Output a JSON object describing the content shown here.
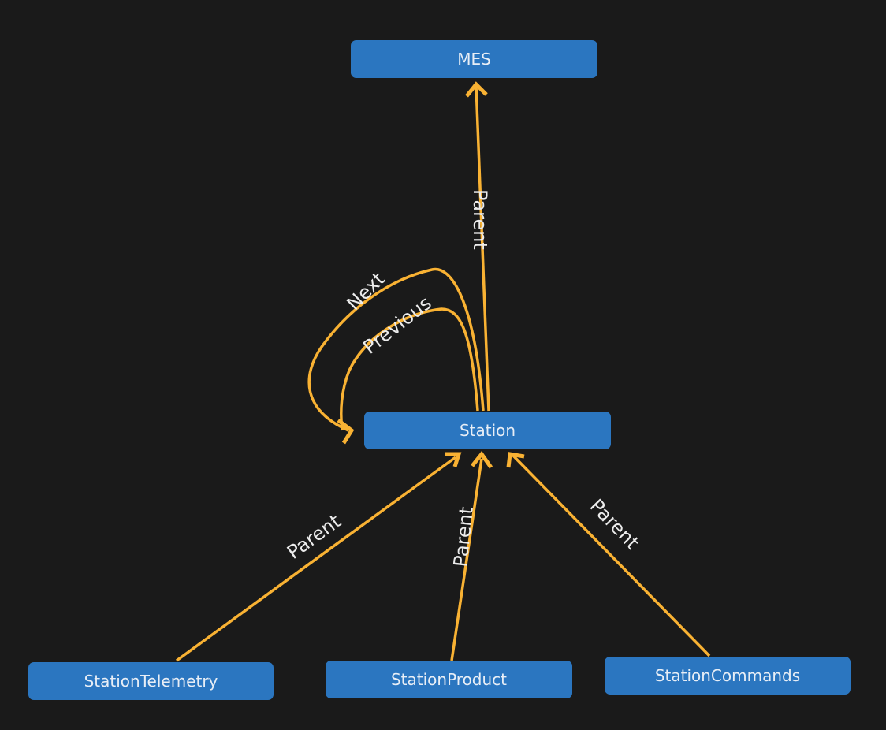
{
  "nodes": {
    "mes": "MES",
    "station": "Station",
    "telemetry": "StationTelemetry",
    "product": "StationProduct",
    "commands": "StationCommands"
  },
  "edges": {
    "station_mes": "Parent",
    "next": "Next",
    "previous": "Previous",
    "telemetry_station": "Parent",
    "product_station": "Parent",
    "commands_station": "Parent"
  },
  "colors": {
    "background": "#1a1a1a",
    "node_fill": "#2b76c0",
    "node_text": "#e8eef6",
    "edge": "#f9b233",
    "edge_label": "#ececec"
  }
}
